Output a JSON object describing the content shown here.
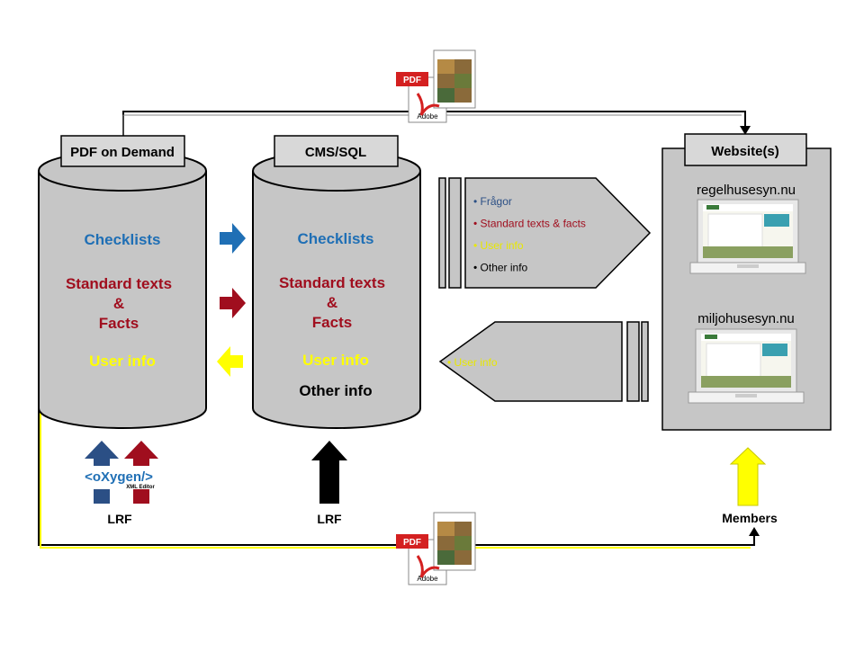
{
  "colors": {
    "blue": "#1f6fb5",
    "red": "#a00e1e",
    "yellow": "#ffff00",
    "navy": "#2b4f85",
    "gray": "#c8c8c8",
    "black": "#000000"
  },
  "pdf_on_demand": {
    "label": "PDF on Demand",
    "items": {
      "checklists": "Checklists",
      "standard_texts": "Standard texts",
      "amp": "&",
      "facts": "Facts",
      "user_info": "User info"
    }
  },
  "cms_sql": {
    "label": "CMS/SQL",
    "items": {
      "checklists": "Checklists",
      "standard_texts": "Standard texts",
      "amp": "&",
      "facts": "Facts",
      "user_info": "User info",
      "other_info": "Other info"
    }
  },
  "outbound_list": {
    "bullet": "•",
    "items": [
      {
        "text": "Frågor",
        "color": "#2b4f85"
      },
      {
        "text": "Standard texts & facts",
        "color": "#a00e1e"
      },
      {
        "text": "User info",
        "color": "#e8e800"
      },
      {
        "text": "Other info",
        "color": "#000000"
      }
    ]
  },
  "inbound_list": {
    "bullet": "•",
    "items": [
      {
        "text": "User info",
        "color": "#e8e800"
      }
    ]
  },
  "websites": {
    "label": "Website(s)",
    "sites": [
      "regelhusesyn.nu",
      "miljohusesyn.nu"
    ]
  },
  "sources": {
    "lrf_left": "LRF",
    "lrf_center": "LRF",
    "members": "Members",
    "oxygen_logo": "<oXygen/>",
    "oxygen_sub": "XML Editor"
  },
  "pdf_icon": {
    "badge": "PDF",
    "brand": "Adobe"
  }
}
